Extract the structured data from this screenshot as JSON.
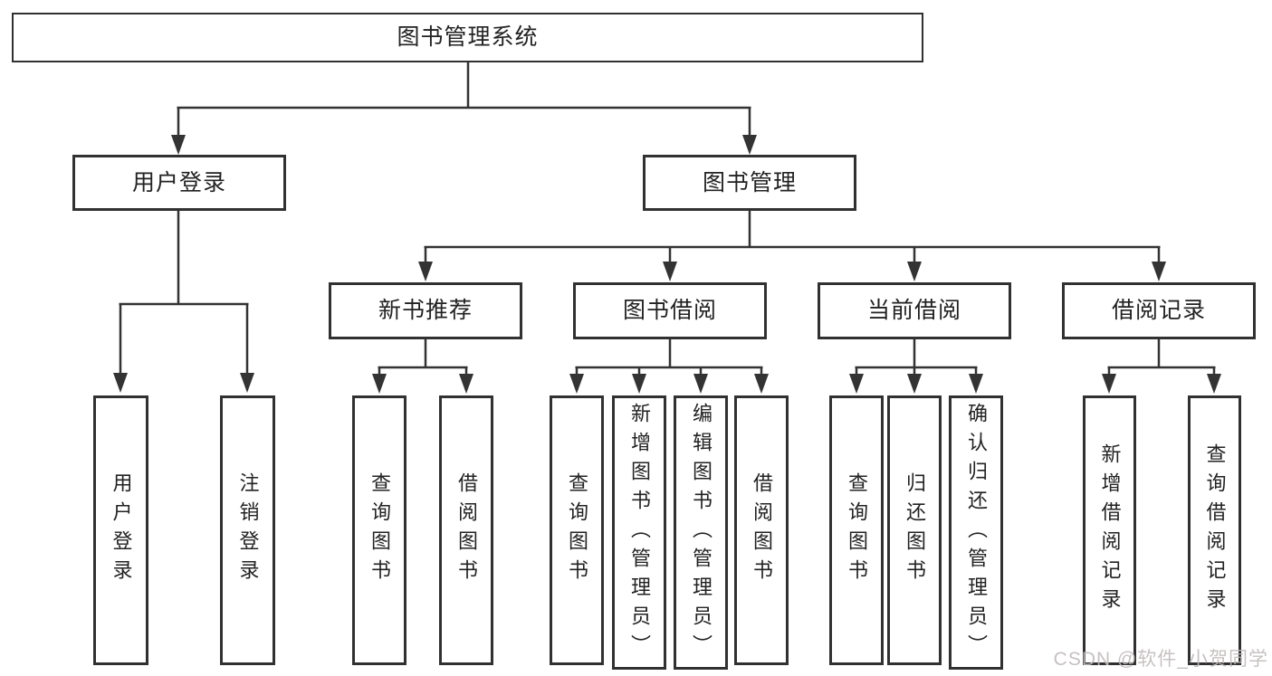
{
  "colors": {
    "line": "#333333",
    "box_border": "#313131",
    "text": "#222222",
    "watermark": "#c1bbbb",
    "background": "#ffffff"
  },
  "watermark": {
    "text": "CSDN @软件_小贺同学"
  },
  "tree": {
    "root": {
      "label": "图书管理系统",
      "children": [
        {
          "label": "用户登录",
          "children": [
            {
              "label": "用户登录"
            },
            {
              "label": "注销登录"
            }
          ]
        },
        {
          "label": "图书管理",
          "children": [
            {
              "label": "新书推荐",
              "children": [
                {
                  "label": "查询图书"
                },
                {
                  "label": "借阅图书"
                }
              ]
            },
            {
              "label": "图书借阅",
              "children": [
                {
                  "label": "查询图书"
                },
                {
                  "label": "新增图书（管理员）"
                },
                {
                  "label": "编辑图书（管理员）"
                },
                {
                  "label": "借阅图书"
                }
              ]
            },
            {
              "label": "当前借阅",
              "children": [
                {
                  "label": "查询图书"
                },
                {
                  "label": "归还图书"
                },
                {
                  "label": "确认归还（管理员）"
                }
              ]
            },
            {
              "label": "借阅记录",
              "children": [
                {
                  "label": "新增借阅记录"
                },
                {
                  "label": "查询借阅记录"
                }
              ]
            }
          ]
        }
      ]
    }
  }
}
